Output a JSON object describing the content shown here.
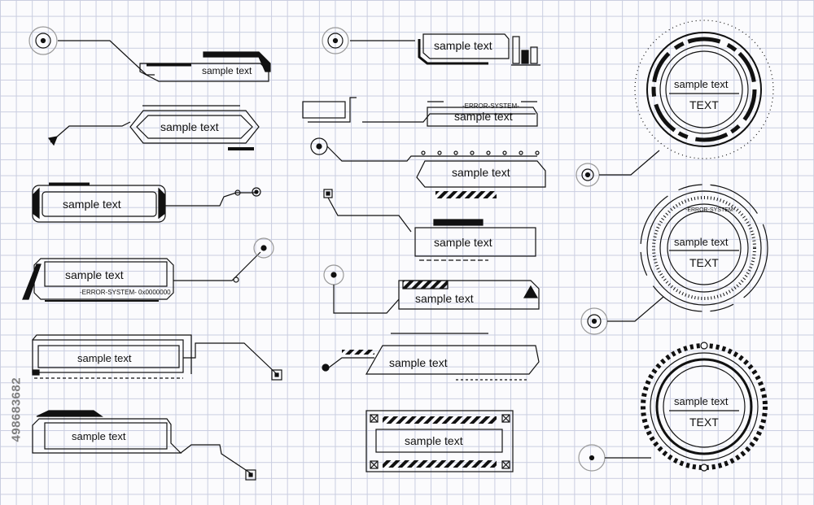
{
  "frames": {
    "label_1": "sample text",
    "label_2": "sample text",
    "label_3": "sample text",
    "label_4": "sample text",
    "label_4_sub": "-ERROR-SYSTEM- 0x0000000",
    "label_5": "sample text",
    "label_6": "sample text",
    "label_7": "sample text",
    "label_8_sub": "-ERROR-SYSTEM-",
    "label_8": "sample text",
    "label_9": "sample text",
    "label_10": "sample text",
    "label_11": "sample text",
    "label_12": "sample text",
    "label_13": "sample text"
  },
  "circles": {
    "c1_label": "sample text",
    "c1_value": "TEXT",
    "c2_label": "sample text",
    "c2_value": "TEXT",
    "c2_ring_text": "-ERROR-SYSTEM-",
    "c3_label": "sample text",
    "c3_value": "TEXT"
  },
  "stock_id": "498683682",
  "icons": [
    "crosshair-icon",
    "warning-icon",
    "bar-chart-icon",
    "x-box-icon"
  ]
}
